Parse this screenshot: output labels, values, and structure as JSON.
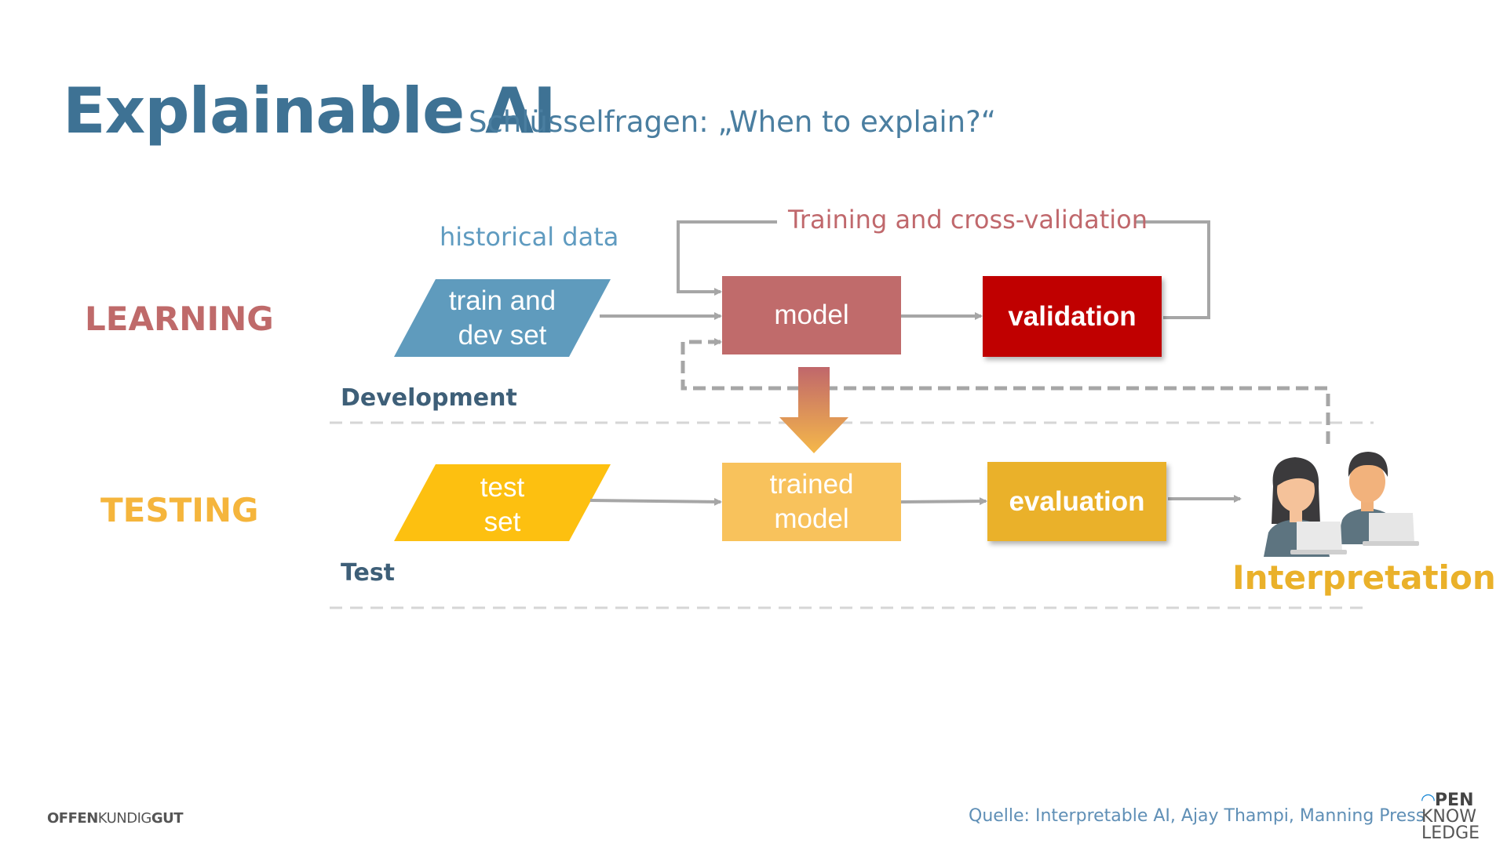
{
  "title": {
    "main": "Explainable AI",
    "subtitle": "Schlüsselfragen: „When to explain?“"
  },
  "phases": {
    "learning": "LEARNING",
    "testing": "TESTING"
  },
  "sections": {
    "development": "Development",
    "test": "Test"
  },
  "notes": {
    "historical_data": "historical data",
    "training_cv": "Training and cross-validation"
  },
  "nodes": {
    "train_dev_line1": "train and",
    "train_dev_line2": "dev set",
    "model": "model",
    "validation": "validation",
    "test_line1": "test",
    "test_line2": "set",
    "trained_line1": "trained",
    "trained_line2": "model",
    "evaluation": "evaluation",
    "interpretation": "Interpretation"
  },
  "footer": {
    "brand_part1": "OFFEN",
    "brand_part2": "KUNDIG",
    "brand_part3": "GUT",
    "source": "Quelle: Interpretable AI, Ajay Thampi, Manning Press",
    "logo_line1": "PEN",
    "logo_line2": "KNOW",
    "logo_line3": "LEDGE"
  },
  "colors": {
    "title": "#3e7294",
    "learning": "#bf6a6a",
    "testing": "#f5b53c",
    "model": "#c06b6b",
    "validation": "#c00000",
    "trained_model": "#f8c25c",
    "evaluation": "#eab12a",
    "train_dev_set": "#5f9bbd",
    "test_set": "#fdc010",
    "connector": "#a6a6a6"
  }
}
